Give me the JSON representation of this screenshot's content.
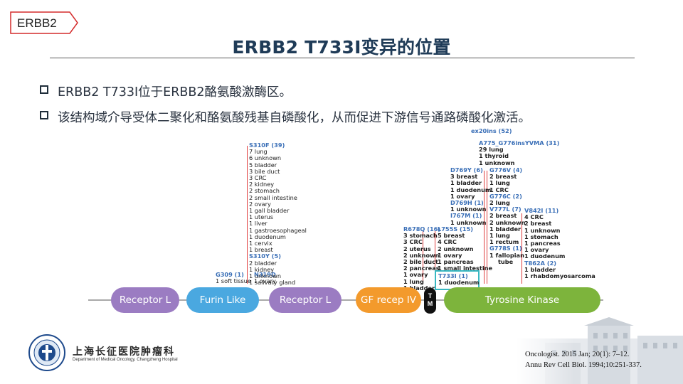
{
  "tag": "ERBB2",
  "title": "ERBB2 T733I变异的位置",
  "bullets": [
    "ERBB2 T733I位于ERBB2酪氨酸激酶区。",
    "该结构域介导受体二聚化和酪氨酸残基自磷酸化，从而促进下游信号通路磷酸化激活。"
  ],
  "domains": [
    "Receptor L",
    "Furin Like",
    "Receptor L",
    "GF recep IV",
    "T\nM",
    "Tyrosine Kinase"
  ],
  "mutations": {
    "s310f": {
      "header": "S310F (39)",
      "lines": [
        "7 lung",
        "6 unknown",
        "5 bladder",
        "3 bile duct",
        "3 CRC",
        "2 kidney",
        "2 stomach",
        "2 small intestine",
        "2 ovary",
        "1 gall bladder",
        "1 uterus",
        "1 liver",
        "1 gastroesophageal",
        "1 duodenum",
        "1 cervix",
        "1 breast"
      ]
    },
    "s310y": {
      "header": "S310Y (5)",
      "lines": [
        "2 bladder",
        "1 kidney",
        "1 unknown",
        "1 salivary gland"
      ]
    },
    "g309": {
      "header": "G309 (1)",
      "lines": [
        "1 soft tissue"
      ]
    },
    "n319d": {
      "header": "N319D",
      "lines": [
        "1 ovary"
      ]
    },
    "r678q": {
      "header": "R678Q (16)",
      "lines": [
        "3 stomach",
        "3 CRC",
        "2 uterus",
        "2 unknown",
        "2 bile duct",
        "2 pancreas",
        "1 ovary",
        "1 lung",
        "1 bladder"
      ]
    },
    "l755s": {
      "header": "L755S (15)",
      "lines": [
        "5 breast",
        "4 CRC",
        "2 unknown",
        "1 ovary",
        "1 pancreas",
        "1 small intestine"
      ]
    },
    "t733i": {
      "header": "T733I (1)",
      "lines": [
        "1 duodenum"
      ]
    },
    "ex20ins": {
      "header": "ex20ins (52)"
    },
    "a775": {
      "header": "A775_G776insYVMA (31)",
      "lines": [
        "29 lung",
        "1 thyroid",
        "1 unknown"
      ]
    },
    "d769y": {
      "header": "D769Y (6)",
      "lines": [
        "3 breast",
        "1 bladder",
        "1 duodenum",
        "1 ovary"
      ]
    },
    "d769h": {
      "header": "D769H (1)",
      "lines": [
        "1 unknown"
      ]
    },
    "i767m": {
      "header": "I767M (1)",
      "lines": [
        "1 unknown"
      ]
    },
    "g776v": {
      "header": "G776V (4)",
      "lines": [
        "2 breast",
        "1 lung",
        "1 CRC"
      ]
    },
    "g776c": {
      "header": "G776C (2)",
      "lines": [
        "2 lung"
      ]
    },
    "v777l": {
      "header": "V777L (7)",
      "lines": [
        "2 breast",
        "2 unknown",
        "1 bladder",
        "1 lung",
        "1 rectum"
      ]
    },
    "g778s": {
      "header": "G778S (1)",
      "lines": [
        "1 fallopian",
        "tube"
      ]
    },
    "v842i": {
      "header": "V842I (11)",
      "lines": [
        "4 CRC",
        "2 breast",
        "1 unknown",
        "1 stomach",
        "1 pancreas",
        "1 ovary",
        "1 duodenum"
      ]
    },
    "t862a": {
      "header": "T862A (2)",
      "lines": [
        "1 bladder",
        "1 rhabdomyosarcoma"
      ]
    }
  },
  "org": {
    "name": "上海长征医院肿瘤科",
    "sub": "Department of Medical Oncology, Changzheng Hospital"
  },
  "references": [
    "Oncologist. 2015 Jan; 20(1): 7–12.",
    "Annu Rev Cell Biol. 1994;10:251-337."
  ],
  "colors": {
    "receptor_l": "#9b7cc2",
    "furin_like": "#4aa8e0",
    "gf_recep": "#f39a2c",
    "tm": "#111111",
    "kinase": "#7db43c",
    "highlight_box": "#38b8c2",
    "mutation_line": "#e04040",
    "mutation_header": "#3a6fb7"
  }
}
